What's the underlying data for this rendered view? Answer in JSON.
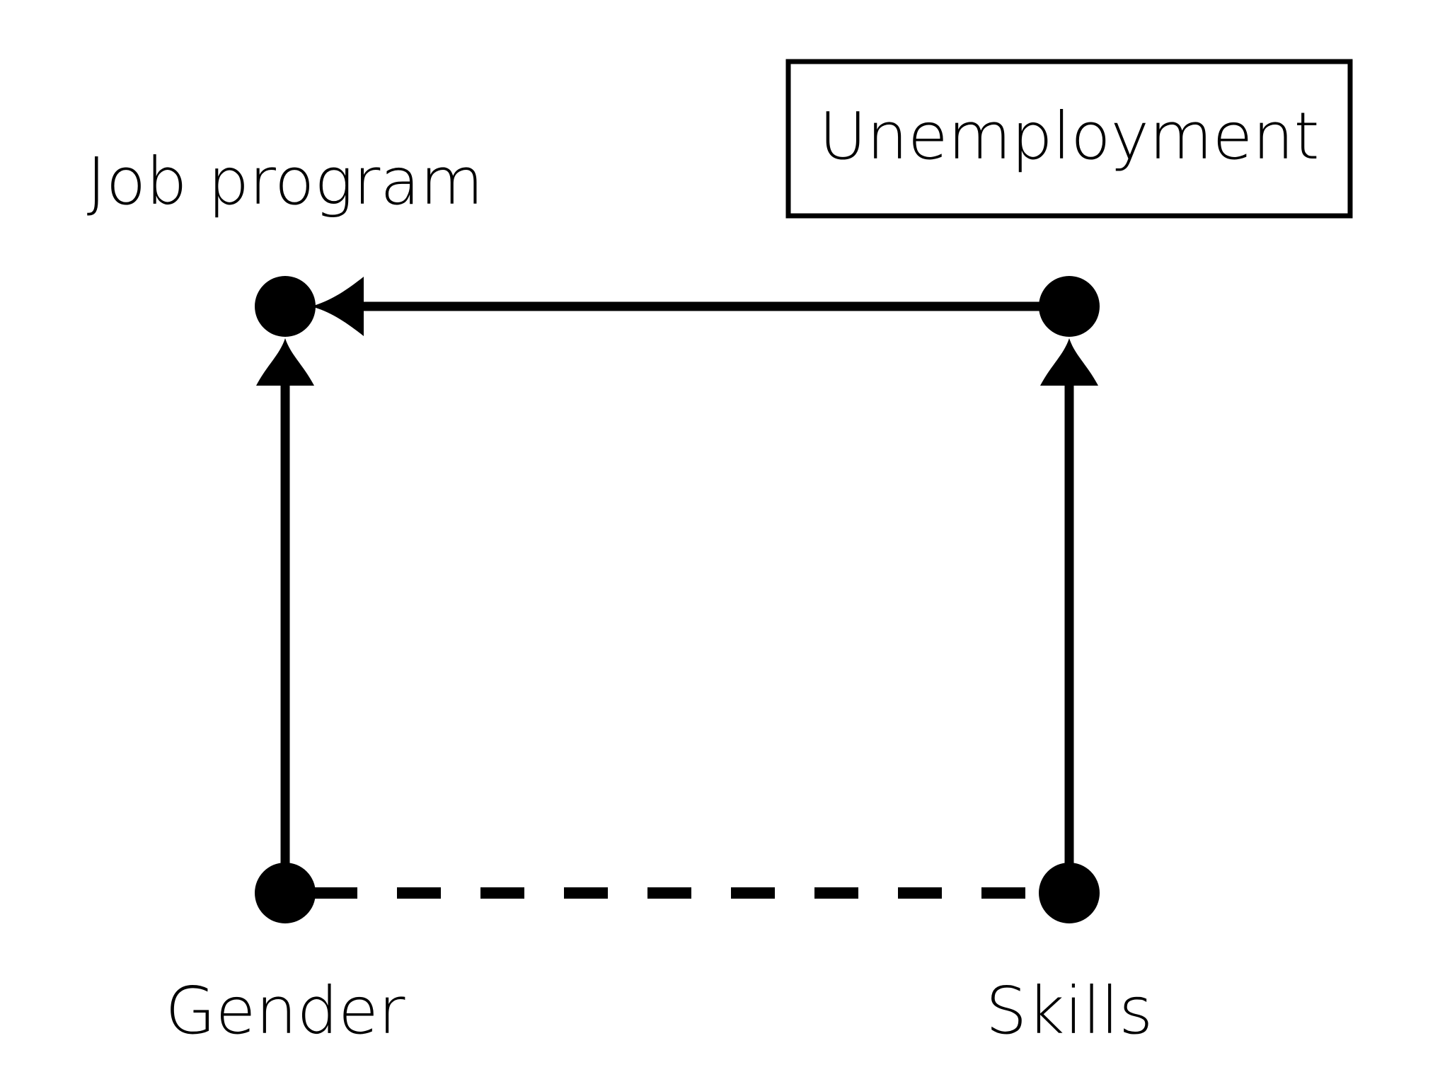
{
  "diagram": {
    "nodes": {
      "job_program": {
        "label": "Job program"
      },
      "unemployment": {
        "label": "Unemployment"
      },
      "gender": {
        "label": "Gender"
      },
      "skills": {
        "label": "Skills"
      }
    },
    "edges": [
      {
        "from": "gender",
        "to": "job_program",
        "style": "solid",
        "arrow": true
      },
      {
        "from": "unemployment",
        "to": "job_program",
        "style": "solid",
        "arrow": true
      },
      {
        "from": "skills",
        "to": "unemployment",
        "style": "solid",
        "arrow": true
      },
      {
        "from": "gender",
        "to": "skills",
        "style": "dashed",
        "arrow": false
      }
    ],
    "boxed_node": "unemployment",
    "colors": {
      "ink": "#000000",
      "background": "#ffffff"
    }
  }
}
